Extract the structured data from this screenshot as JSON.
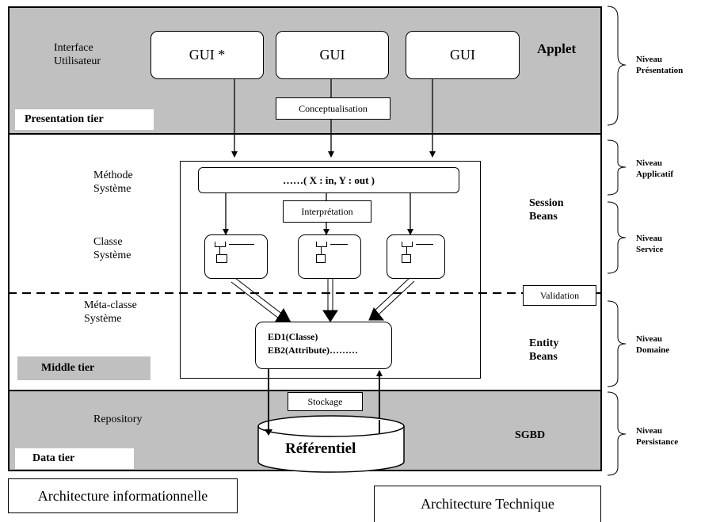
{
  "tiers": {
    "presentation": "Presentation tier",
    "middle": "Middle tier",
    "data": "Data tier"
  },
  "left_labels": {
    "interface": [
      "Interface",
      "Utilisateur"
    ],
    "methode": [
      "Méthode",
      "Système"
    ],
    "classe": [
      "Classe",
      "Système"
    ],
    "meta": [
      "Méta-classe",
      "Système"
    ],
    "repository": "Repository"
  },
  "gui_boxes": [
    "GUI *",
    "GUI",
    "GUI"
  ],
  "tech_labels": {
    "applet": "Applet",
    "session": [
      "Session",
      "Beans"
    ],
    "entity": [
      "Entity",
      "Beans"
    ],
    "sgbd": "SGBD"
  },
  "process_labels": {
    "conceptualisation": "Conceptualisation",
    "interpretation": "Interprétation",
    "validation": "Validation",
    "stockage": "Stockage"
  },
  "method_box": "……( X : in, Y : out )",
  "entity_box": [
    "ED1(Classe)",
    "EB2(Attribute)………"
  ],
  "referentiel": "Référentiel",
  "levels": [
    [
      "Niveau",
      "Présentation"
    ],
    [
      "Niveau",
      "Applicatif"
    ],
    [
      "Niveau",
      "Service"
    ],
    [
      "Niveau",
      "Domaine"
    ],
    [
      "Niveau",
      "Persistance"
    ]
  ],
  "bottom": {
    "informationnelle": "Architecture informationnelle",
    "technique": "Architecture Technique"
  }
}
